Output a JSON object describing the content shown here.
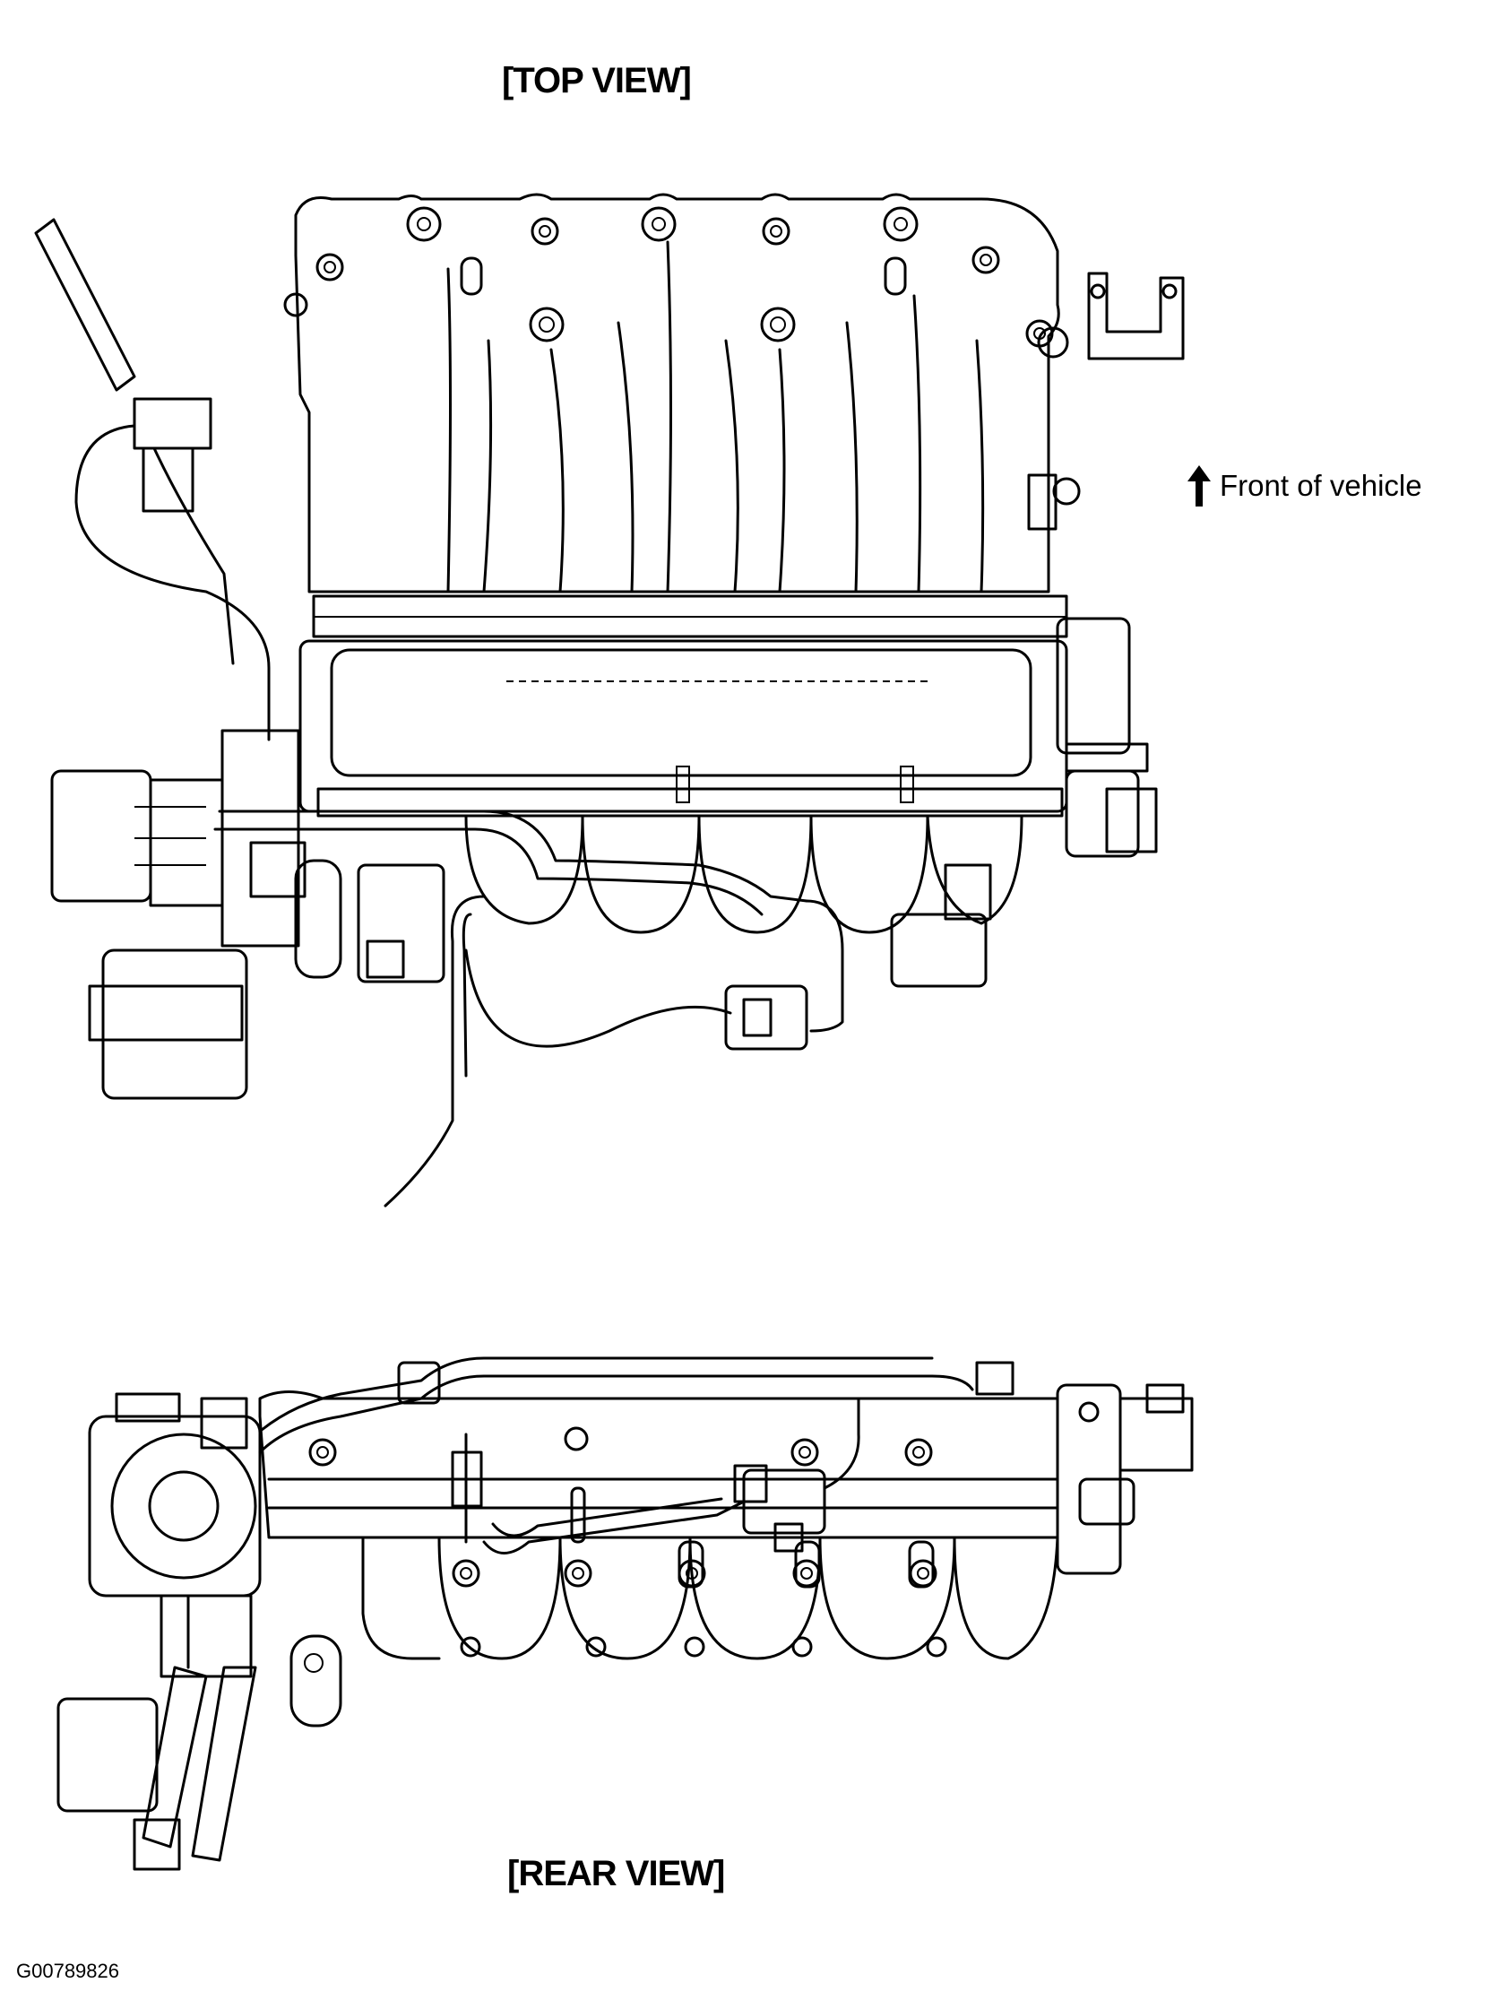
{
  "labels": {
    "top_view": "[TOP VIEW]",
    "rear_view": "[REAR VIEW]",
    "front_of_vehicle": "Front of vehicle",
    "figure_id": "G00789826"
  },
  "icons": {
    "direction_arrow": "up-arrow-icon"
  }
}
